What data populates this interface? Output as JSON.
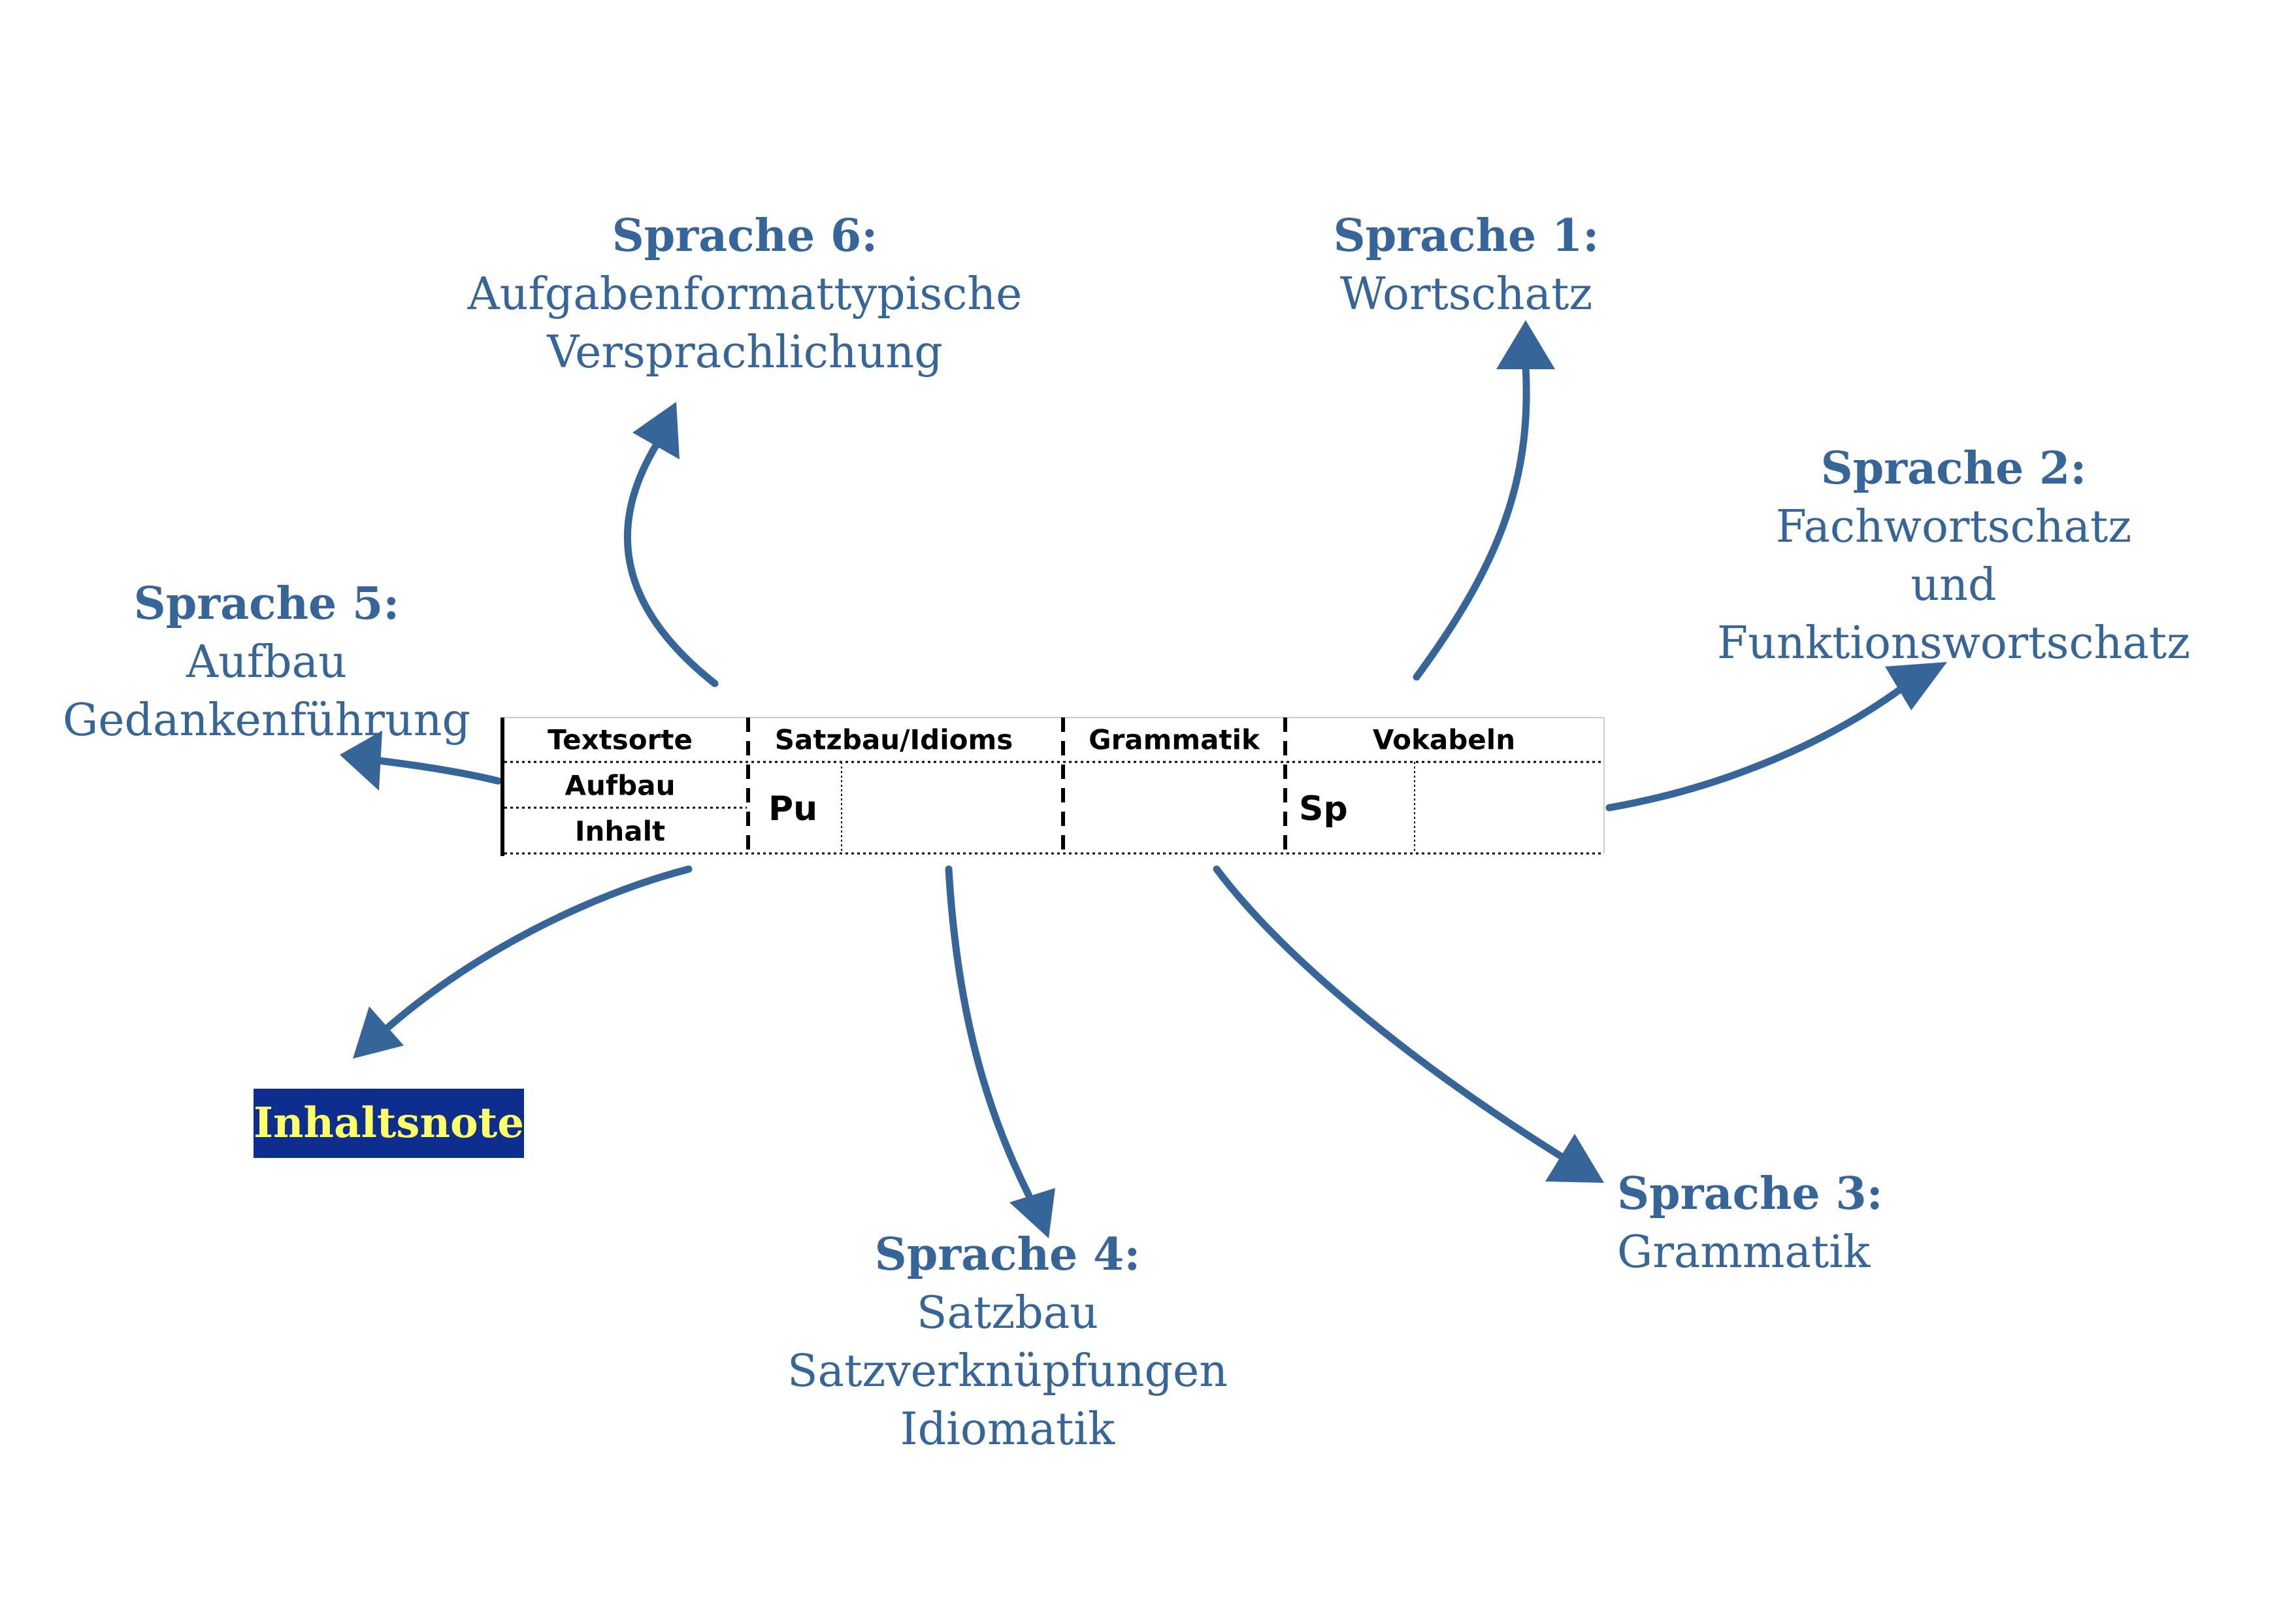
{
  "colors": {
    "accent": "#36659a",
    "note_bg": "#0d2e8f",
    "note_text": "#ffff66"
  },
  "labels": {
    "s1": {
      "title": "Sprache 1:",
      "lines": [
        "Wortschatz"
      ]
    },
    "s2": {
      "title": "Sprache 2:",
      "lines": [
        "Fachwortschatz",
        "und",
        "Funktionswortschatz"
      ]
    },
    "s3": {
      "title": "Sprache 3:",
      "lines": [
        "Grammatik"
      ]
    },
    "s4": {
      "title": "Sprache 4:",
      "lines": [
        "Satzbau",
        "Satzverknüpfungen",
        "Idiomatik"
      ]
    },
    "s5": {
      "title": "Sprache 5:",
      "lines": [
        "Aufbau",
        "Gedankenführung"
      ]
    },
    "s6": {
      "title": "Sprache 6:",
      "lines": [
        "Aufgabenformattypische",
        "Versprachlichung"
      ]
    }
  },
  "sheet": {
    "headers": [
      "Textsorte",
      "Satzbau/Idioms",
      "Grammatik",
      "Vokabeln"
    ],
    "rows": [
      "Aufbau",
      "Inhalt"
    ],
    "codes": [
      "Pu",
      "Sp"
    ]
  },
  "note": {
    "label": "Inhaltsnote"
  }
}
